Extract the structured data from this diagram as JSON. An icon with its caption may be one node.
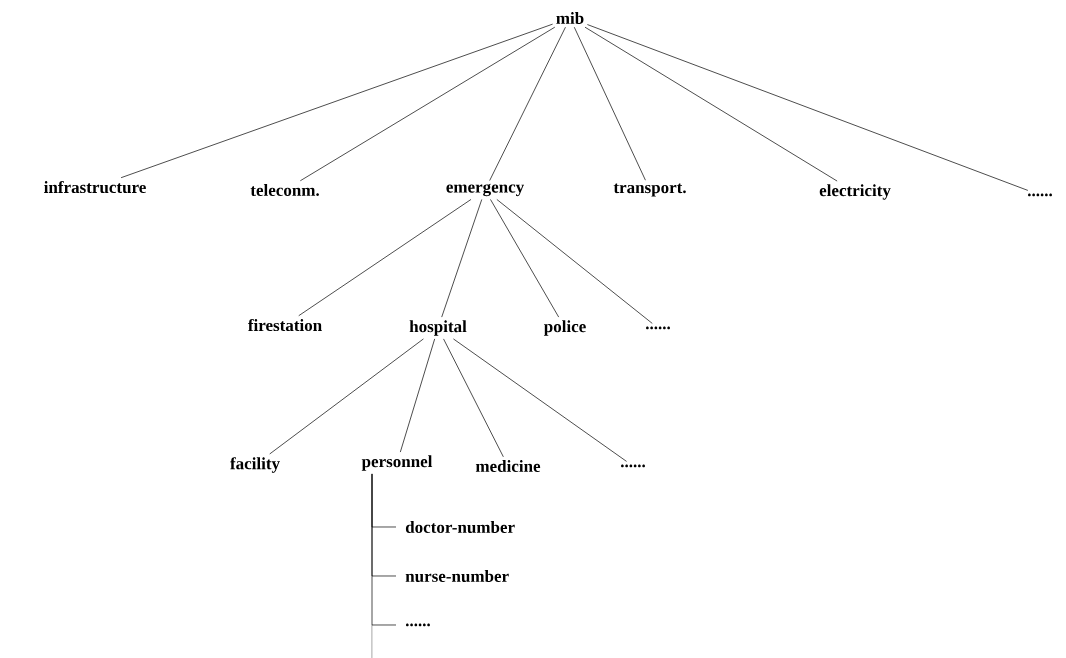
{
  "diagram": {
    "nodes": [
      {
        "text": [
          "mib"
        ]
      },
      {
        "text": [
          "infrastructure"
        ]
      },
      {
        "text": [
          "teleconm."
        ]
      },
      {
        "text": [
          "emergency"
        ]
      },
      {
        "text": [
          "transport."
        ]
      },
      {
        "text": [
          "electricity"
        ]
      },
      {
        "text": [
          "......"
        ]
      },
      {
        "text": [
          "firestation"
        ]
      },
      {
        "text": [
          "hospital"
        ]
      },
      {
        "text": [
          "police"
        ]
      },
      {
        "text": [
          "......"
        ]
      },
      {
        "text": [
          "facility"
        ]
      },
      {
        "text": [
          "personnel"
        ]
      },
      {
        "text": [
          "medicine"
        ]
      },
      {
        "text": [
          "......"
        ]
      },
      {
        "text": [
          "doctor-number"
        ]
      },
      {
        "text": [
          "nurse-number"
        ]
      },
      {
        "text": [
          "......"
        ]
      }
    ],
    "edges": [
      {
        "from": 0,
        "to": 1,
        "arrow": "none"
      },
      {
        "from": 0,
        "to": 2,
        "arrow": "none"
      },
      {
        "from": 0,
        "to": 3,
        "arrow": "none"
      },
      {
        "from": 0,
        "to": 4,
        "arrow": "none"
      },
      {
        "from": 0,
        "to": 5,
        "arrow": "none"
      },
      {
        "from": 0,
        "to": 6,
        "arrow": "none"
      },
      {
        "from": 3,
        "to": 7,
        "arrow": "none"
      },
      {
        "from": 3,
        "to": 8,
        "arrow": "none"
      },
      {
        "from": 3,
        "to": 9,
        "arrow": "none"
      },
      {
        "from": 3,
        "to": 10,
        "arrow": "none"
      },
      {
        "from": 8,
        "to": 11,
        "arrow": "none"
      },
      {
        "from": 8,
        "to": 12,
        "arrow": "none"
      },
      {
        "from": 8,
        "to": 13,
        "arrow": "none"
      },
      {
        "from": 8,
        "to": 14,
        "arrow": "none"
      },
      {
        "from": 12,
        "to": 15,
        "arrow": "none"
      },
      {
        "from": 12,
        "to": 16,
        "arrow": "none"
      },
      {
        "from": 12,
        "to": 17,
        "arrow": "none"
      }
    ]
  }
}
